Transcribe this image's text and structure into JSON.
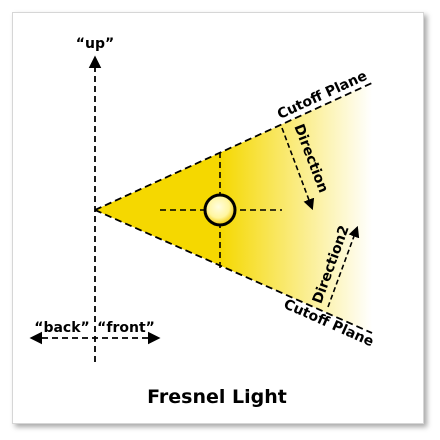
{
  "labels": {
    "up": "“up”",
    "back": "“back”",
    "front": "“front”",
    "cutoff_plane_top": "Cutoff Plane",
    "cutoff_plane_bottom": "Cutoff Plane",
    "direction": "Direction",
    "direction2": "Direction2"
  },
  "caption": "Fresnel Light",
  "colors": {
    "light_yellow": "#f5d800",
    "fade_end": "#ffffff",
    "lines": "#000000",
    "bulb_center": "#fffde0",
    "bulb_edge": "#f0c800"
  }
}
